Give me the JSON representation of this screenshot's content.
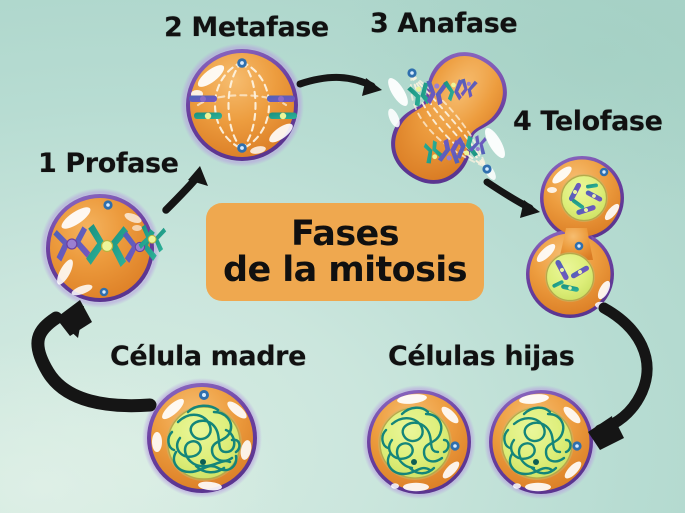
{
  "diagram": {
    "title_line_1": "Fases",
    "title_line_2": "de la mitosis",
    "background_color": "#bfe0d6",
    "title_box_color": "#efa84f",
    "label_color": "#111111",
    "arrow_color": "#151515"
  },
  "labels": {
    "profase": "1 Profase",
    "metafase": "2 Metafase",
    "anafase": "3 Anafase",
    "telofase": "4 Telofase",
    "celula_madre": "Célula madre",
    "celulas_hijas": "Células hijas"
  },
  "phases": [
    {
      "number": "1",
      "name": "Profase",
      "label": "1 Profase",
      "cell_shape": "round",
      "membrane_color": "#6b3fa0",
      "cytoplasm_color": "#e8902f",
      "features": "condensed paired chromosomes with centromeres, two centrioles, no nuclear envelope"
    },
    {
      "number": "2",
      "name": "Metafase",
      "label": "2 Metafase",
      "cell_shape": "round",
      "membrane_color": "#6b3fa0",
      "cytoplasm_color": "#e8902f",
      "features": "chromosomes aligned at equatorial plate, spindle fibers dashed, two poles"
    },
    {
      "number": "3",
      "name": "Anafase",
      "label": "3 Anafase",
      "cell_shape": "peanut",
      "membrane_color": "#6b3fa0",
      "cytoplasm_color": "#e8902f",
      "features": "sister chromatids pulled to opposite poles along spindle fibers"
    },
    {
      "number": "4",
      "name": "Telofase",
      "label": "4 Telofase",
      "cell_shape": "double-lobe",
      "membrane_color": "#6b3fa0",
      "cytoplasm_color": "#e8902f",
      "features": "two reforming nuclei with decondensing chromosomes, cleavage furrow"
    }
  ],
  "cells": {
    "mother": {
      "label": "Célula madre",
      "nucleus_color": "#ddf07a",
      "chromatin_color": "#158a7a",
      "features": "single round cell with tangled chromatin in nucleus and one centriole"
    },
    "daughters": {
      "label": "Células hijas",
      "count": 2,
      "nucleus_color": "#ddf07a",
      "chromatin_color": "#158a7a",
      "features": "two identical round cells with tangled chromatin nuclei"
    }
  },
  "arrows": [
    {
      "name": "madre-to-profase",
      "from": "Célula madre",
      "to": "1 Profase",
      "direction": "up-left-curve"
    },
    {
      "name": "profase-to-metafase",
      "from": "1 Profase",
      "to": "2 Metafase",
      "direction": "up-right"
    },
    {
      "name": "metafase-to-anafase",
      "from": "2 Metafase",
      "to": "3 Anafase",
      "direction": "right"
    },
    {
      "name": "anafase-to-telofase",
      "from": "3 Anafase",
      "to": "4 Telofase",
      "direction": "down-right"
    },
    {
      "name": "telofase-to-hijas",
      "from": "4 Telofase",
      "to": "Células hijas",
      "direction": "down-left-curve"
    }
  ]
}
